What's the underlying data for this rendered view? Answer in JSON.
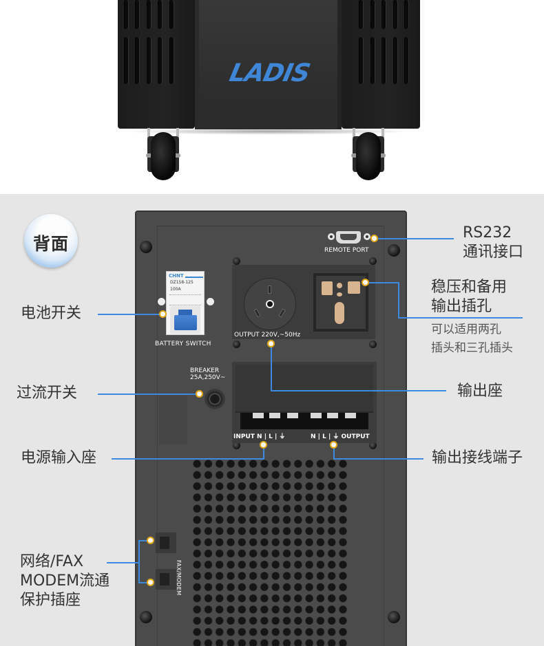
{
  "product_photo": {
    "brand_logo": "LADIS",
    "brand_color": "#3f86d6"
  },
  "section_badge": {
    "label": "背面"
  },
  "panel_text": {
    "breaker_brand": "CHNT",
    "breaker_model": "DZ158-125",
    "breaker_rating": "100A",
    "battery_switch_label": "BATTERY  SWITCH",
    "remote_port_label": "REMOTE PORT",
    "output_socket_label": "OUTPUT  220V,~50Hz",
    "breaker_label_line1": "BREAKER",
    "breaker_label_line2": "25A,250V~",
    "terminal_input": "INPUT  N | L | ⏚",
    "terminal_output": "N | L | ⏚ OUTPUT",
    "fax_modem_label": "FAX/MODEM"
  },
  "callouts": {
    "rs232": {
      "line1": "RS232",
      "line2": "通讯接口"
    },
    "regulated_outlet": {
      "line1": "稳压和备用",
      "line2": "输出插孔",
      "note1": "可以适用两孔",
      "note2": "插头和三孔插头"
    },
    "battery_switch": {
      "label": "电池开关"
    },
    "overcurrent_switch": {
      "label": "过流开关"
    },
    "output_socket": {
      "label": "输出座"
    },
    "power_input": {
      "label": "电源输入座"
    },
    "output_terminal": {
      "label": "输出接线端子"
    },
    "fax_modem": {
      "line1": "网络/FAX",
      "line2": "MODEM流通",
      "line3": "保护插座"
    }
  },
  "colors": {
    "callout_line": "#3c8be0",
    "callout_dot_ring": "#e3a917",
    "background": "#e6e6e6",
    "panel": "#4b4b4b"
  }
}
